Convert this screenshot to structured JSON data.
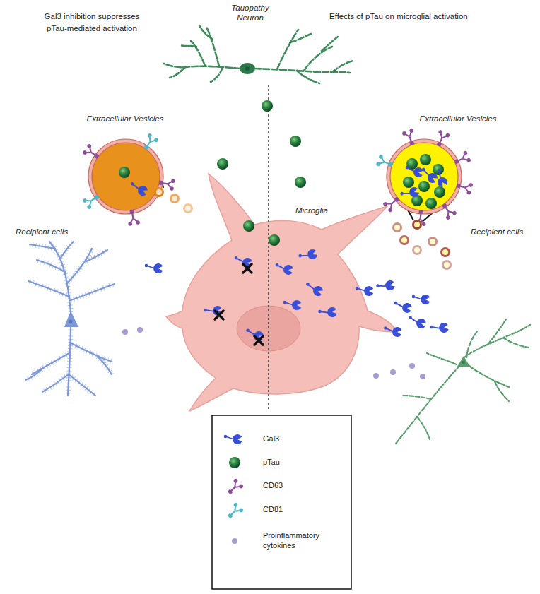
{
  "diagram": {
    "labels": [
      "Gal3 inhibition suppresses",
      "pTau-mediated activation",
      "Tauopathy Neuron",
      "Effects of pTau on",
      "microglial activation",
      "Extracellular Vesicles",
      "Extracellular Vesicles",
      "Recipient cells",
      "Microglia",
      "Recipient cells"
    ],
    "legend": [
      {
        "text": "Gal3"
      },
      {
        "text": "pTau"
      },
      {
        "text": "CD63"
      },
      {
        "text": "CD81"
      },
      {
        "text": "Proinflammatory cytokines"
      }
    ]
  }
}
